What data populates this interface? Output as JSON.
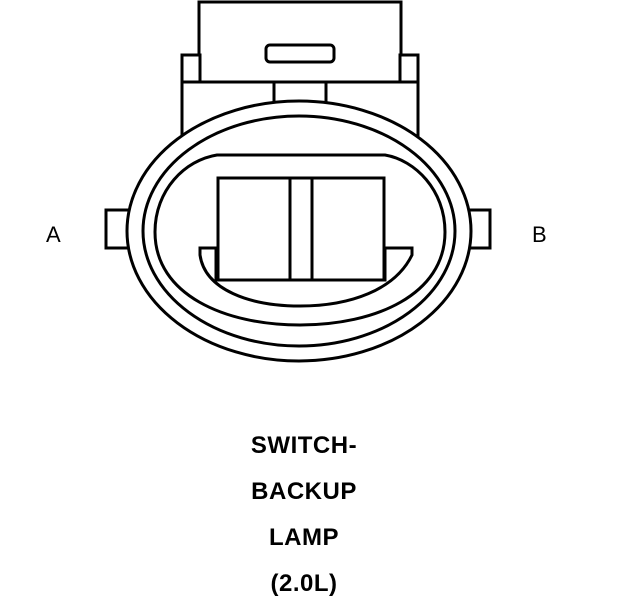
{
  "pins": {
    "left": "A",
    "right": "B"
  },
  "caption": {
    "line1": "SWITCH-",
    "line2": "BACKUP",
    "line3": "LAMP",
    "line4": "(2.0L)"
  },
  "colors": {
    "ink": "#000000",
    "background": "#ffffff"
  }
}
